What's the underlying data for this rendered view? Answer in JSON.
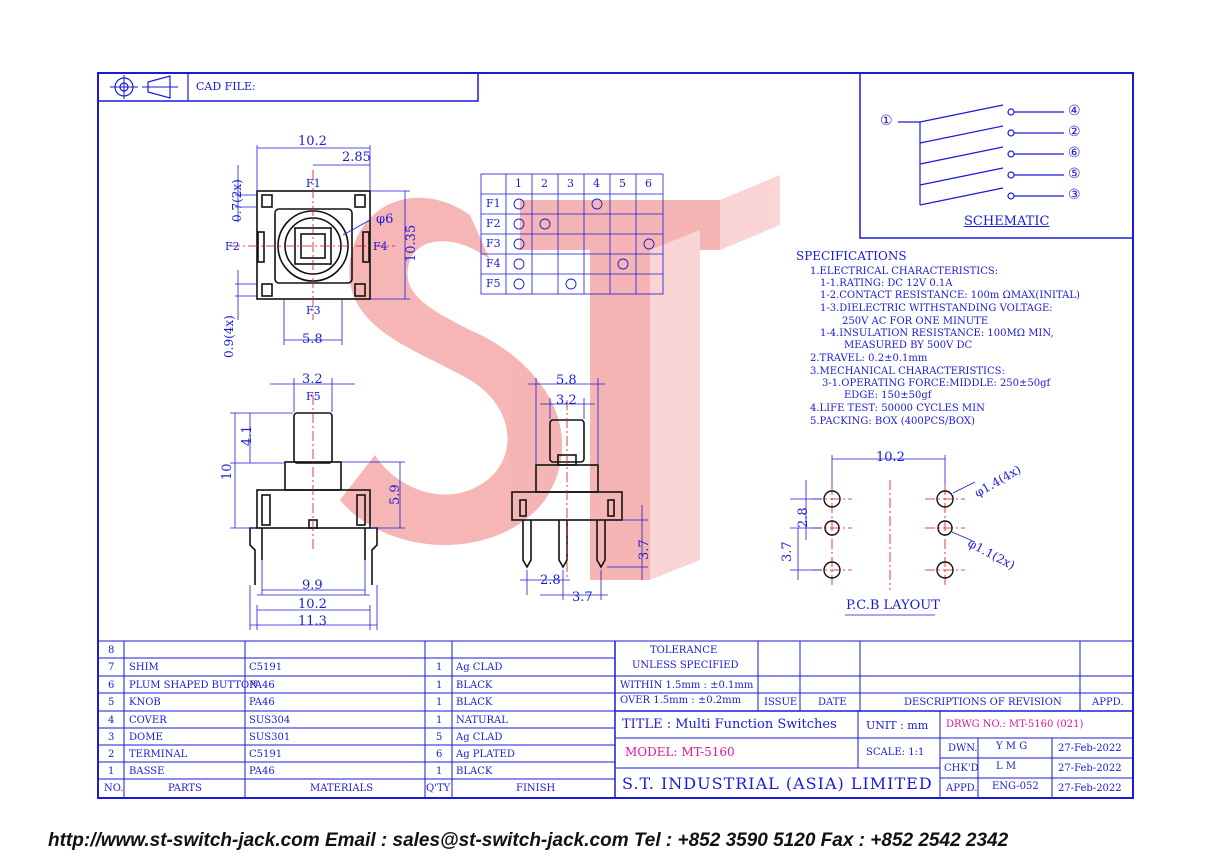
{
  "cad_label": "CAD FILE:",
  "schematic": {
    "title": "SCHEMATIC",
    "common": "①",
    "pins": [
      "④",
      "②",
      "⑥",
      "⑤",
      "③"
    ]
  },
  "matrix": {
    "cols": [
      "1",
      "2",
      "3",
      "4",
      "5",
      "6"
    ],
    "rows": [
      {
        "label": "F1",
        "on": [
          1,
          4
        ]
      },
      {
        "label": "F2",
        "on": [
          1,
          2
        ]
      },
      {
        "label": "F3",
        "on": [
          1,
          6
        ]
      },
      {
        "label": "F4",
        "on": [
          1,
          5
        ]
      },
      {
        "label": "F5",
        "on": [
          1,
          3
        ]
      }
    ]
  },
  "specs": {
    "title": "SPECIFICATIONS",
    "lines": [
      "1.ELECTRICAL CHARACTERISTICS:",
      "1-1.RATING: DC 12V 0.1A",
      "1-2.CONTACT RESISTANCE: 100m ΩMAX(INITAL)",
      "1-3.DIELECTRIC WITHSTANDING VOLTAGE:",
      "250V AC FOR ONE MINUTE",
      "1-4.INSULATION RESISTANCE: 100MΩ MIN,",
      "MEASURED BY 500V DC",
      "2.TRAVEL: 0.2±0.1mm",
      "3.MECHANICAL CHARACTERISTICS:",
      "3-1.OPERATING FORCE:MIDDLE: 250±50gf",
      "EDGE: 150±50gf",
      "4.LIFE TEST: 50000 CYCLES MIN",
      "5.PACKING: BOX (400PCS/BOX)"
    ]
  },
  "top_view": {
    "w": "10.2",
    "off": "2.85",
    "pin_w": "0.7(2x)",
    "dia": "φ6",
    "h": "10.35",
    "pin_h": "0.9(4x)",
    "bw": "5.8",
    "F1": "F1",
    "F2": "F2",
    "F3": "F3",
    "F4": "F4"
  },
  "front_view": {
    "knob_w": "3.2",
    "F5": "F5",
    "knob_h": "4.1",
    "total_h": "10",
    "body_h": "5.9",
    "w1": "9.9",
    "w2": "10.2",
    "w3": "11.3"
  },
  "side_view": {
    "w1": "5.8",
    "w2": "3.2",
    "p": "2.8",
    "p2": "3.7",
    "h": "3.7"
  },
  "pcb": {
    "title": "P.C.B LAYOUT",
    "w": "10.2",
    "d1": "φ1.4(4x)",
    "d2": "φ1.1(2x)",
    "p1": "2.8",
    "p2": "3.7"
  },
  "bom": {
    "headers": {
      "no": "NO.",
      "parts": "PARTS",
      "materials": "MATERIALS",
      "qty": "Q'TY",
      "finish": "FINISH"
    },
    "rows": [
      {
        "no": "8",
        "part": "",
        "mat": "",
        "qty": "",
        "finish": ""
      },
      {
        "no": "7",
        "part": "SHIM",
        "mat": "C5191",
        "qty": "1",
        "finish": "Ag CLAD"
      },
      {
        "no": "6",
        "part": "PLUM SHAPED BUTTON",
        "mat": "PA46",
        "qty": "1",
        "finish": "BLACK"
      },
      {
        "no": "5",
        "part": "KNOB",
        "mat": "PA46",
        "qty": "1",
        "finish": "BLACK"
      },
      {
        "no": "4",
        "part": "COVER",
        "mat": "SUS304",
        "qty": "1",
        "finish": "NATURAL"
      },
      {
        "no": "3",
        "part": "DOME",
        "mat": "SUS301",
        "qty": "5",
        "finish": "Ag CLAD"
      },
      {
        "no": "2",
        "part": "TERMINAL",
        "mat": "C5191",
        "qty": "6",
        "finish": "Ag PLATED"
      },
      {
        "no": "1",
        "part": "BASSE",
        "mat": "PA46",
        "qty": "1",
        "finish": "BLACK"
      }
    ]
  },
  "tolerance": {
    "l1": "TOLERANCE",
    "l2": "UNLESS   SPECIFIED",
    "l3": "WITHIN  1.5mm : ±0.1mm",
    "l4": "OVER   1.5mm : ±0.2mm"
  },
  "revision": {
    "issue": "ISSUE",
    "date": "DATE",
    "desc": "DESCRIPTIONS OF REVISION",
    "appd": "APPD."
  },
  "title_block": {
    "title": "TITLE : Multi Function Switches",
    "unit": "UNIT :  mm",
    "drwg": "DRWG NO.: MT-5160 (021)",
    "model": "MODEL: MT-5160",
    "scale": "SCALE:  1:1",
    "company": "S.T. INDUSTRIAL (ASIA) LIMITED",
    "dwn_l": "DWN.",
    "dwn_v": "Y M G",
    "dwn_d": "27-Feb-2022",
    "chk_l": "CHK'D",
    "chk_v": "L M",
    "chk_d": "27-Feb-2022",
    "app_l": "APPD.",
    "app_v": "ENG-052",
    "app_d": "27-Feb-2022"
  },
  "footer": "http://www.st-switch-jack.com  Email : sales@st-switch-jack.com  Tel : +852 3590 5120  Fax : +852 2542 2342"
}
